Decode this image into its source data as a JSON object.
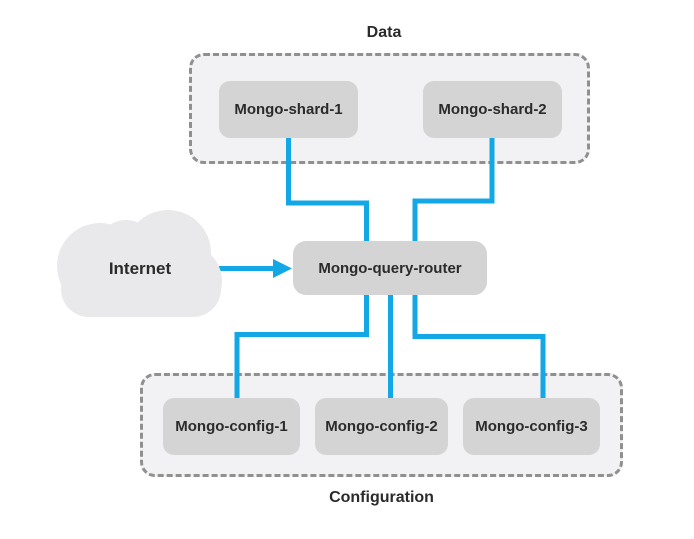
{
  "colors": {
    "connector": "#14a7e6",
    "node-fill": "#d4d4d5",
    "group-fill": "#f2f2f4",
    "group-border": "#909090",
    "cloud-fill": "#e9e9eb",
    "text": "#2b2b2b",
    "background": "#ffffff"
  },
  "internet": {
    "label": "Internet"
  },
  "router": {
    "label": "Mongo-query-router"
  },
  "groups": {
    "data": {
      "label": "Data",
      "nodes": [
        {
          "label": "Mongo-shard-1"
        },
        {
          "label": "Mongo-shard-2"
        }
      ]
    },
    "configuration": {
      "label": "Configuration",
      "nodes": [
        {
          "label": "Mongo-config-1"
        },
        {
          "label": "Mongo-config-2"
        },
        {
          "label": "Mongo-config-3"
        }
      ]
    }
  }
}
